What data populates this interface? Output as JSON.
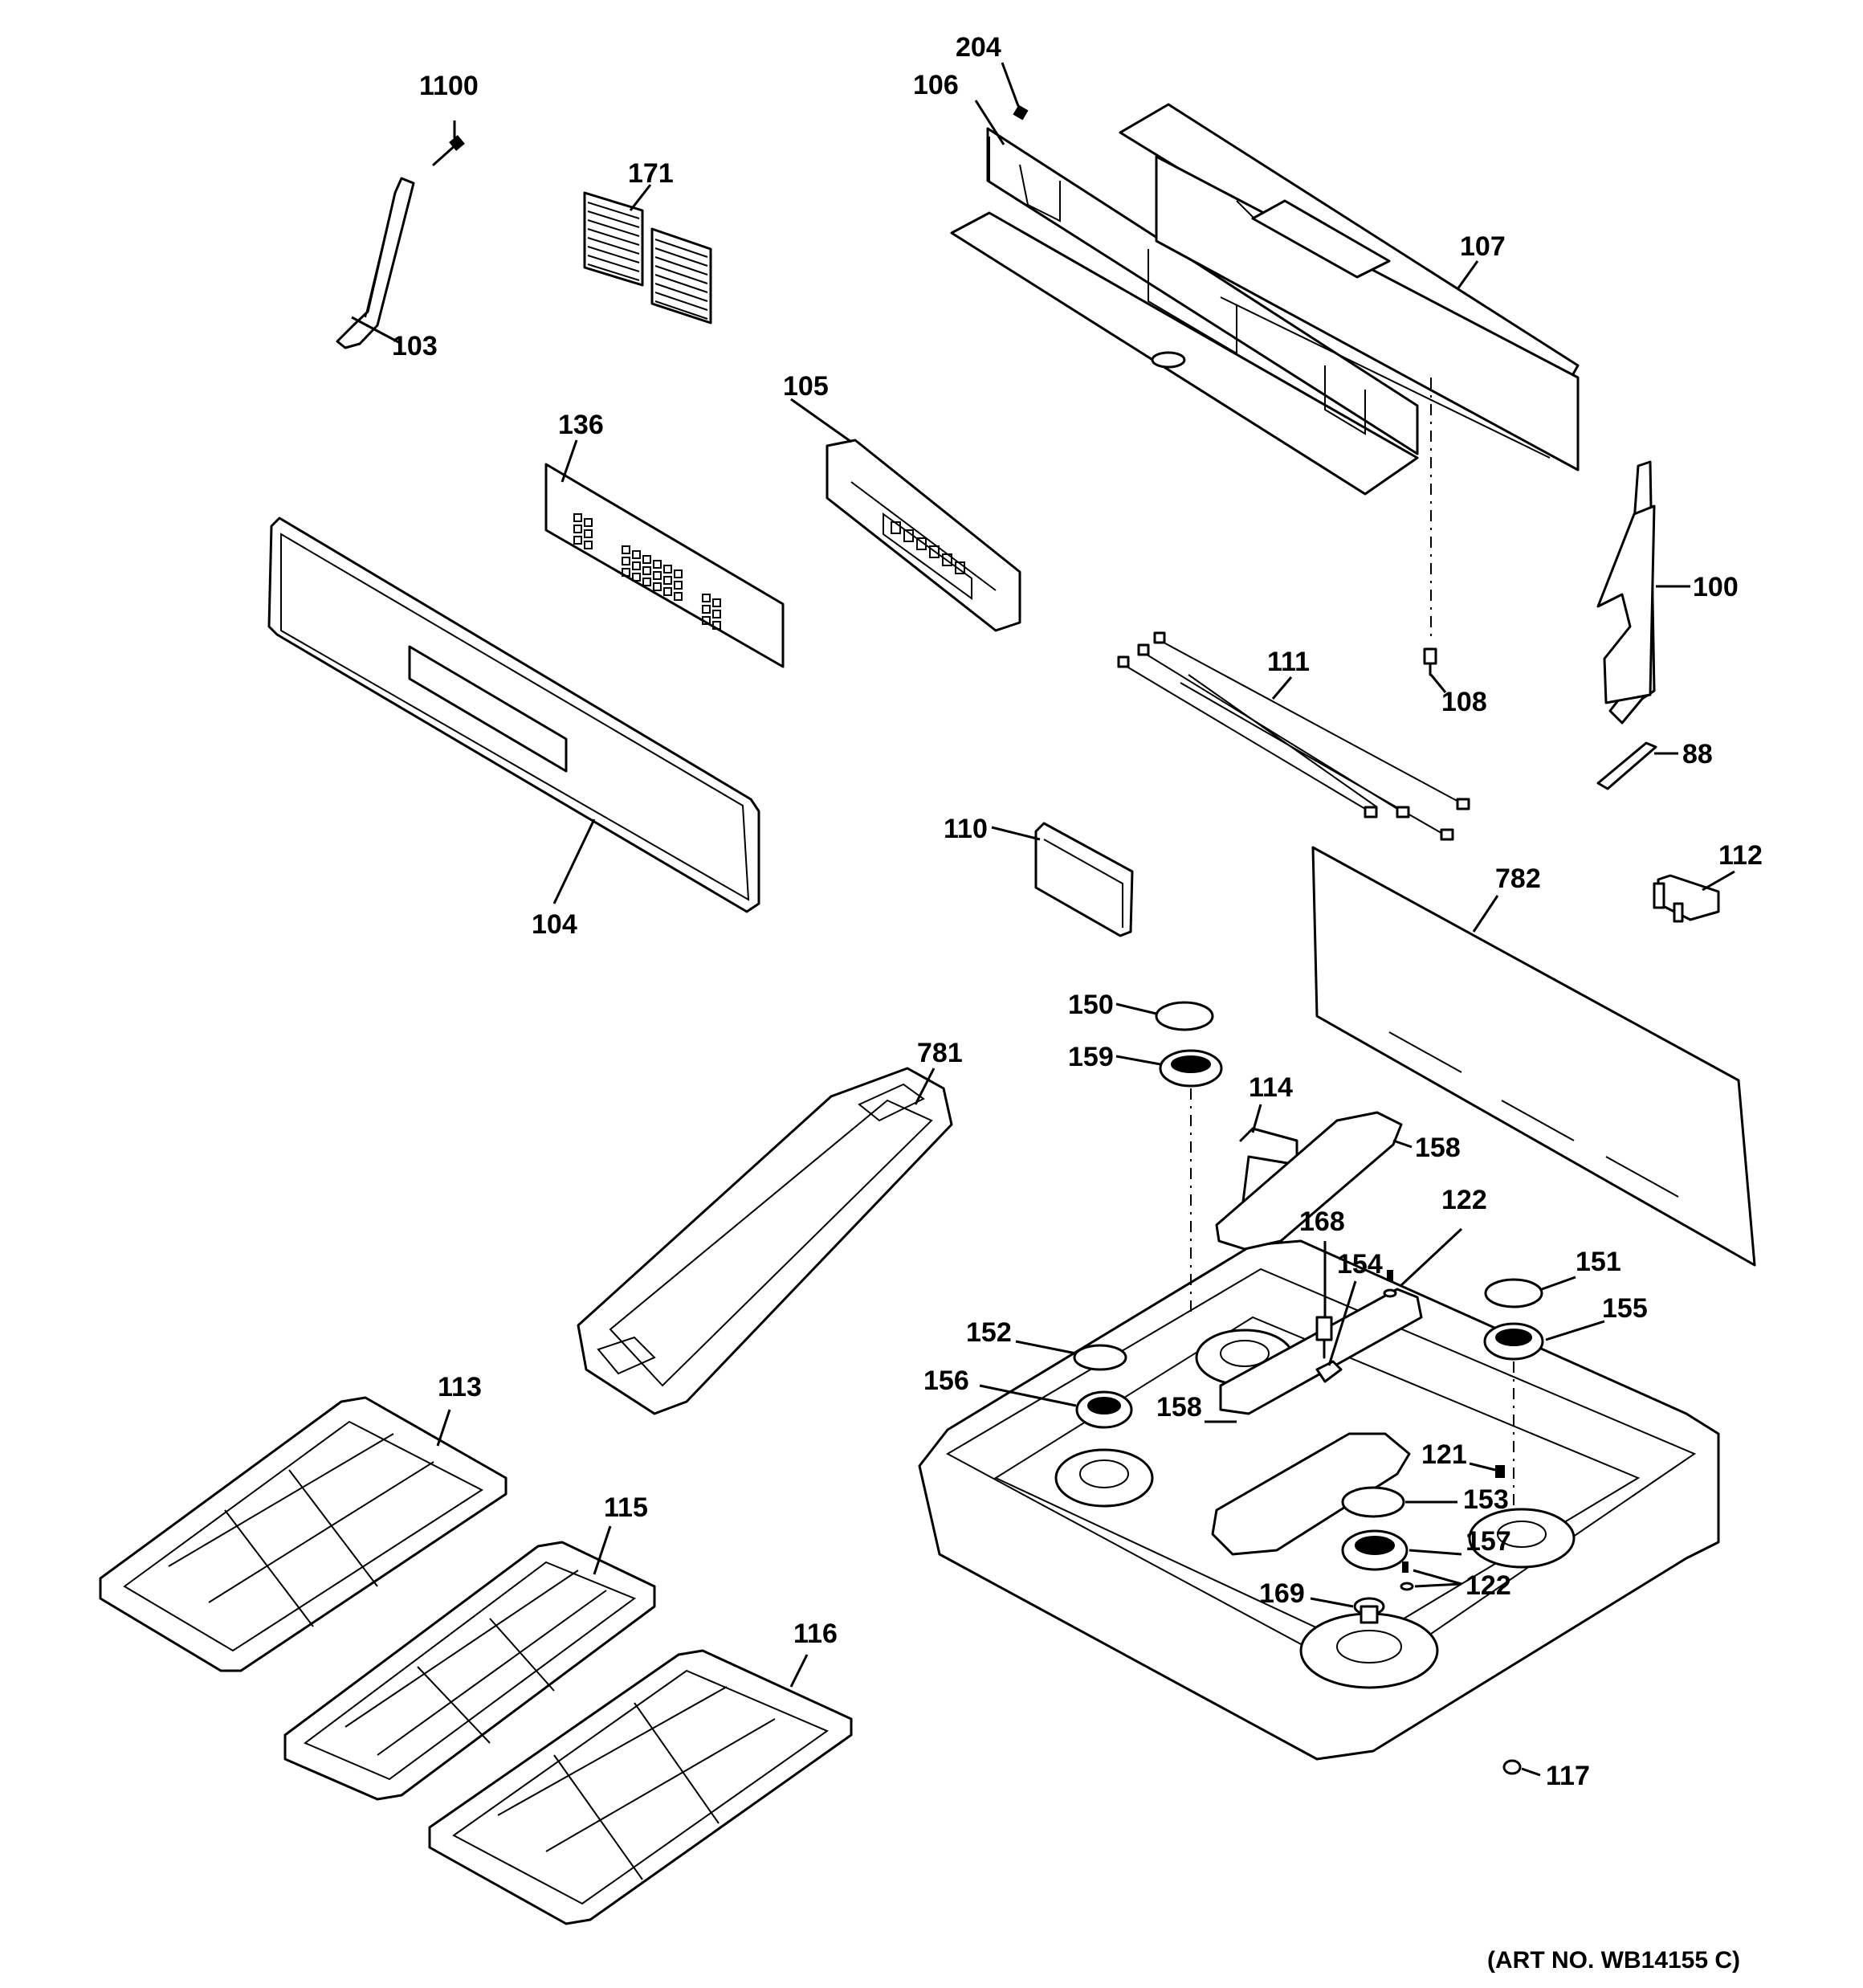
{
  "labels": {
    "l1100": "1100",
    "l204": "204",
    "l106": "106",
    "l171": "171",
    "l107": "107",
    "l103": "103",
    "l136": "136",
    "l105": "105",
    "l100": "100",
    "l111": "111",
    "l108": "108",
    "l88": "88",
    "l104": "104",
    "l110": "110",
    "l112": "112",
    "l782": "782",
    "l150": "150",
    "l159": "159",
    "l781": "781",
    "l114": "114",
    "l158a": "158",
    "l122a": "122",
    "l168": "168",
    "l154": "154",
    "l151": "151",
    "l152": "152",
    "l155": "155",
    "l156": "156",
    "l158b": "158",
    "l113": "113",
    "l121": "121",
    "l153": "153",
    "l115": "115",
    "l157": "157",
    "l122b": "122",
    "l169": "169",
    "l116": "116",
    "l117": "117"
  },
  "art_number": "(ART NO. WB14155 C)"
}
